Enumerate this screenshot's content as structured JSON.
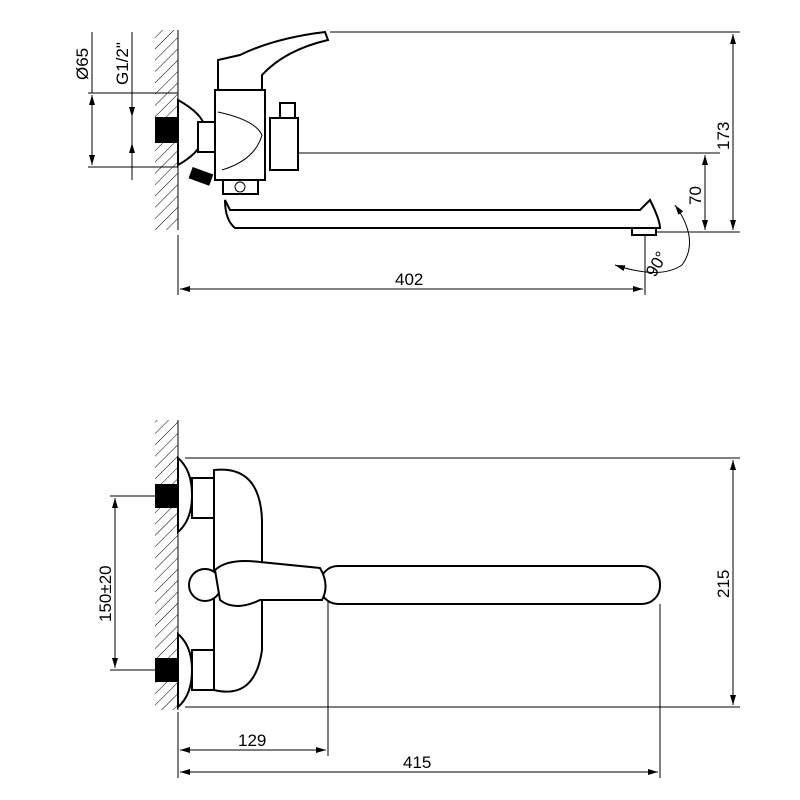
{
  "side_view": {
    "labels": {
      "flange_diameter": "Ø65",
      "thread": "G1/2\"",
      "height_total": "173",
      "spout_height": "70",
      "swivel_angle": "90°",
      "projection": "402"
    }
  },
  "front_view": {
    "labels": {
      "center_distance": "150±20",
      "height_total": "215",
      "handle_offset": "129",
      "spout_length": "415"
    }
  }
}
